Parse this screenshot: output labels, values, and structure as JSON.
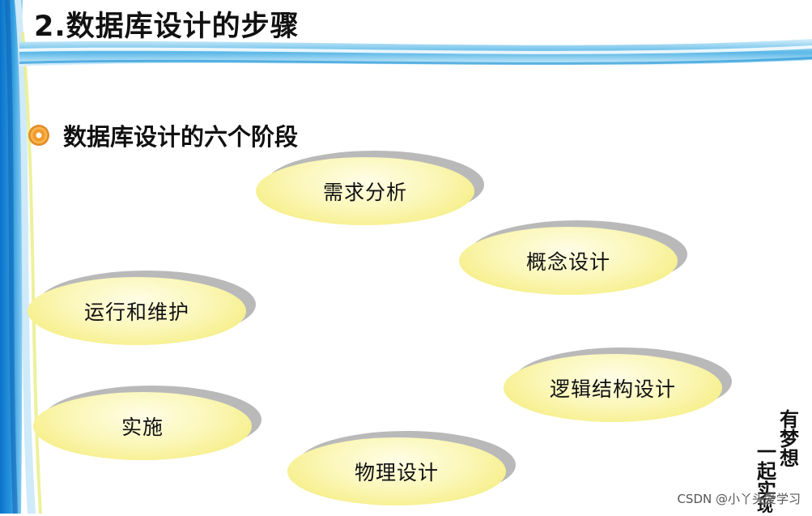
{
  "slide": {
    "title": "2.数据库设计的步骤",
    "bullet": "数据库设计的六个阶段"
  },
  "stages": [
    {
      "id": "requirements",
      "label": "需求分析"
    },
    {
      "id": "conceptual",
      "label": "概念设计"
    },
    {
      "id": "operation",
      "label": "运行和维护"
    },
    {
      "id": "logical",
      "label": "逻辑结构设计"
    },
    {
      "id": "implementation",
      "label": "实施"
    },
    {
      "id": "physical",
      "label": "物理设计"
    }
  ],
  "logo": {
    "chars": [
      "有",
      "梦",
      "想",
      "一",
      "起",
      "实",
      "现"
    ]
  },
  "watermark": "CSDN @小丫头爱学习",
  "colors": {
    "accent_blue": "#1f8ad6",
    "light_blue": "#bfe3f6",
    "ellipse_fill": "#fbf7b9",
    "ellipse_shadow": "#b9b9b9",
    "bullet_orange": "#f39a2a"
  }
}
